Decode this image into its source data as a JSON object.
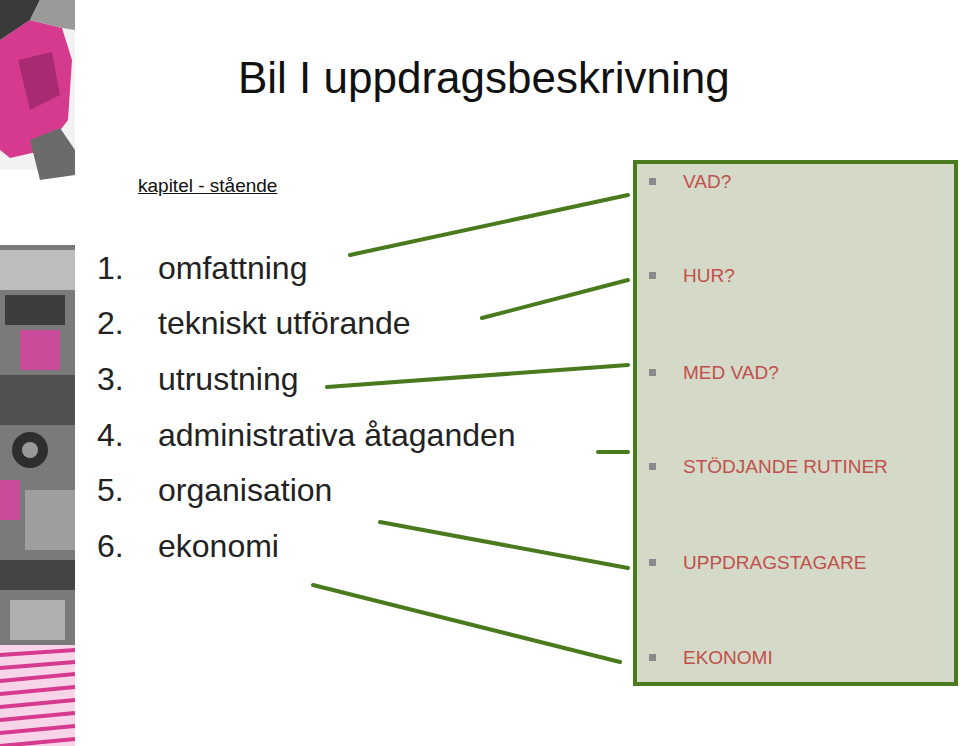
{
  "diagram": {
    "title": "Bil I uppdragsbeskrivning",
    "nodes": [
      {
        "text": [
          "VAD?",
          "HUR?",
          "MED VAD?",
          "STÖDJANDE RUTINER",
          "UPPDRAGSTAGARE",
          "EKONOMI"
        ]
      }
    ],
    "labels": [
      "kapitel - stående",
      "1.",
      "omfattning",
      "2.",
      "tekniskt utförande",
      "3.",
      "utrustning",
      "4.",
      "administrativa åtaganden",
      "5.",
      "organisation",
      "6.",
      "ekonomi"
    ]
  }
}
